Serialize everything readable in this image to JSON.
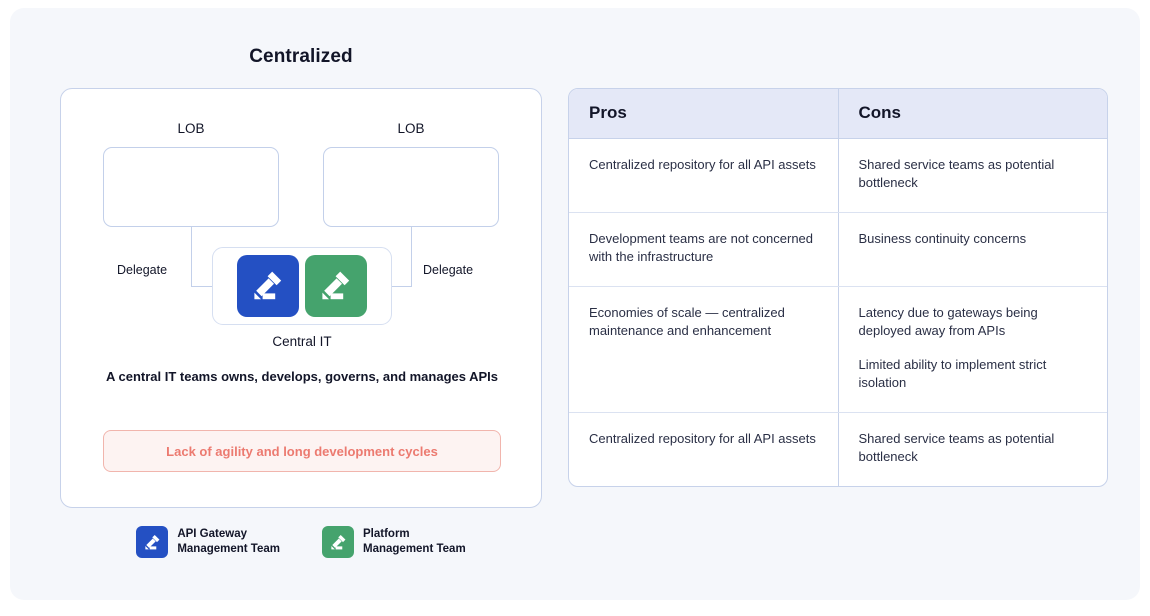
{
  "diagram": {
    "title": "Centralized",
    "lob_left_label": "LOB",
    "lob_right_label": "LOB",
    "delegate_left_label": "Delegate",
    "delegate_right_label": "Delegate",
    "central_label": "Central IT",
    "central_caption": "A central IT teams owns, develops, governs, and manages APIs",
    "alert_text": "Lack of agility and long development cycles",
    "icon_blue_name": "gavel-icon",
    "icon_green_name": "gavel-icon",
    "colors": {
      "blue": "#2450c3",
      "green": "#45a36d",
      "alert_text": "#ec7a70",
      "alert_bg": "#fdf3f2",
      "alert_border": "#f1b5ad",
      "panel_bg": "#f5f7fb",
      "card_border": "#c7d2ea",
      "table_header_bg": "#e4e8f7"
    }
  },
  "legend": {
    "items": [
      {
        "label": "API Gateway\nManagement Team",
        "color": "#2450c3"
      },
      {
        "label": "Platform\nManagement Team",
        "color": "#45a36d"
      }
    ]
  },
  "table": {
    "headers": {
      "pros": "Pros",
      "cons": "Cons"
    },
    "rows": [
      {
        "pros": [
          "Centralized repository for all API assets"
        ],
        "cons": [
          "Shared service teams as potential bottleneck"
        ]
      },
      {
        "pros": [
          "Development teams are not concerned with the infrastructure"
        ],
        "cons": [
          "Business continuity concerns"
        ]
      },
      {
        "pros": [
          "Economies of scale — centralized maintenance and enhancement"
        ],
        "cons": [
          "Latency due to gateways being deployed away from APIs",
          "Limited ability to implement strict isolation"
        ]
      },
      {
        "pros": [
          "Centralized repository for all API assets"
        ],
        "cons": [
          "Shared service teams as potential bottleneck"
        ]
      }
    ]
  }
}
